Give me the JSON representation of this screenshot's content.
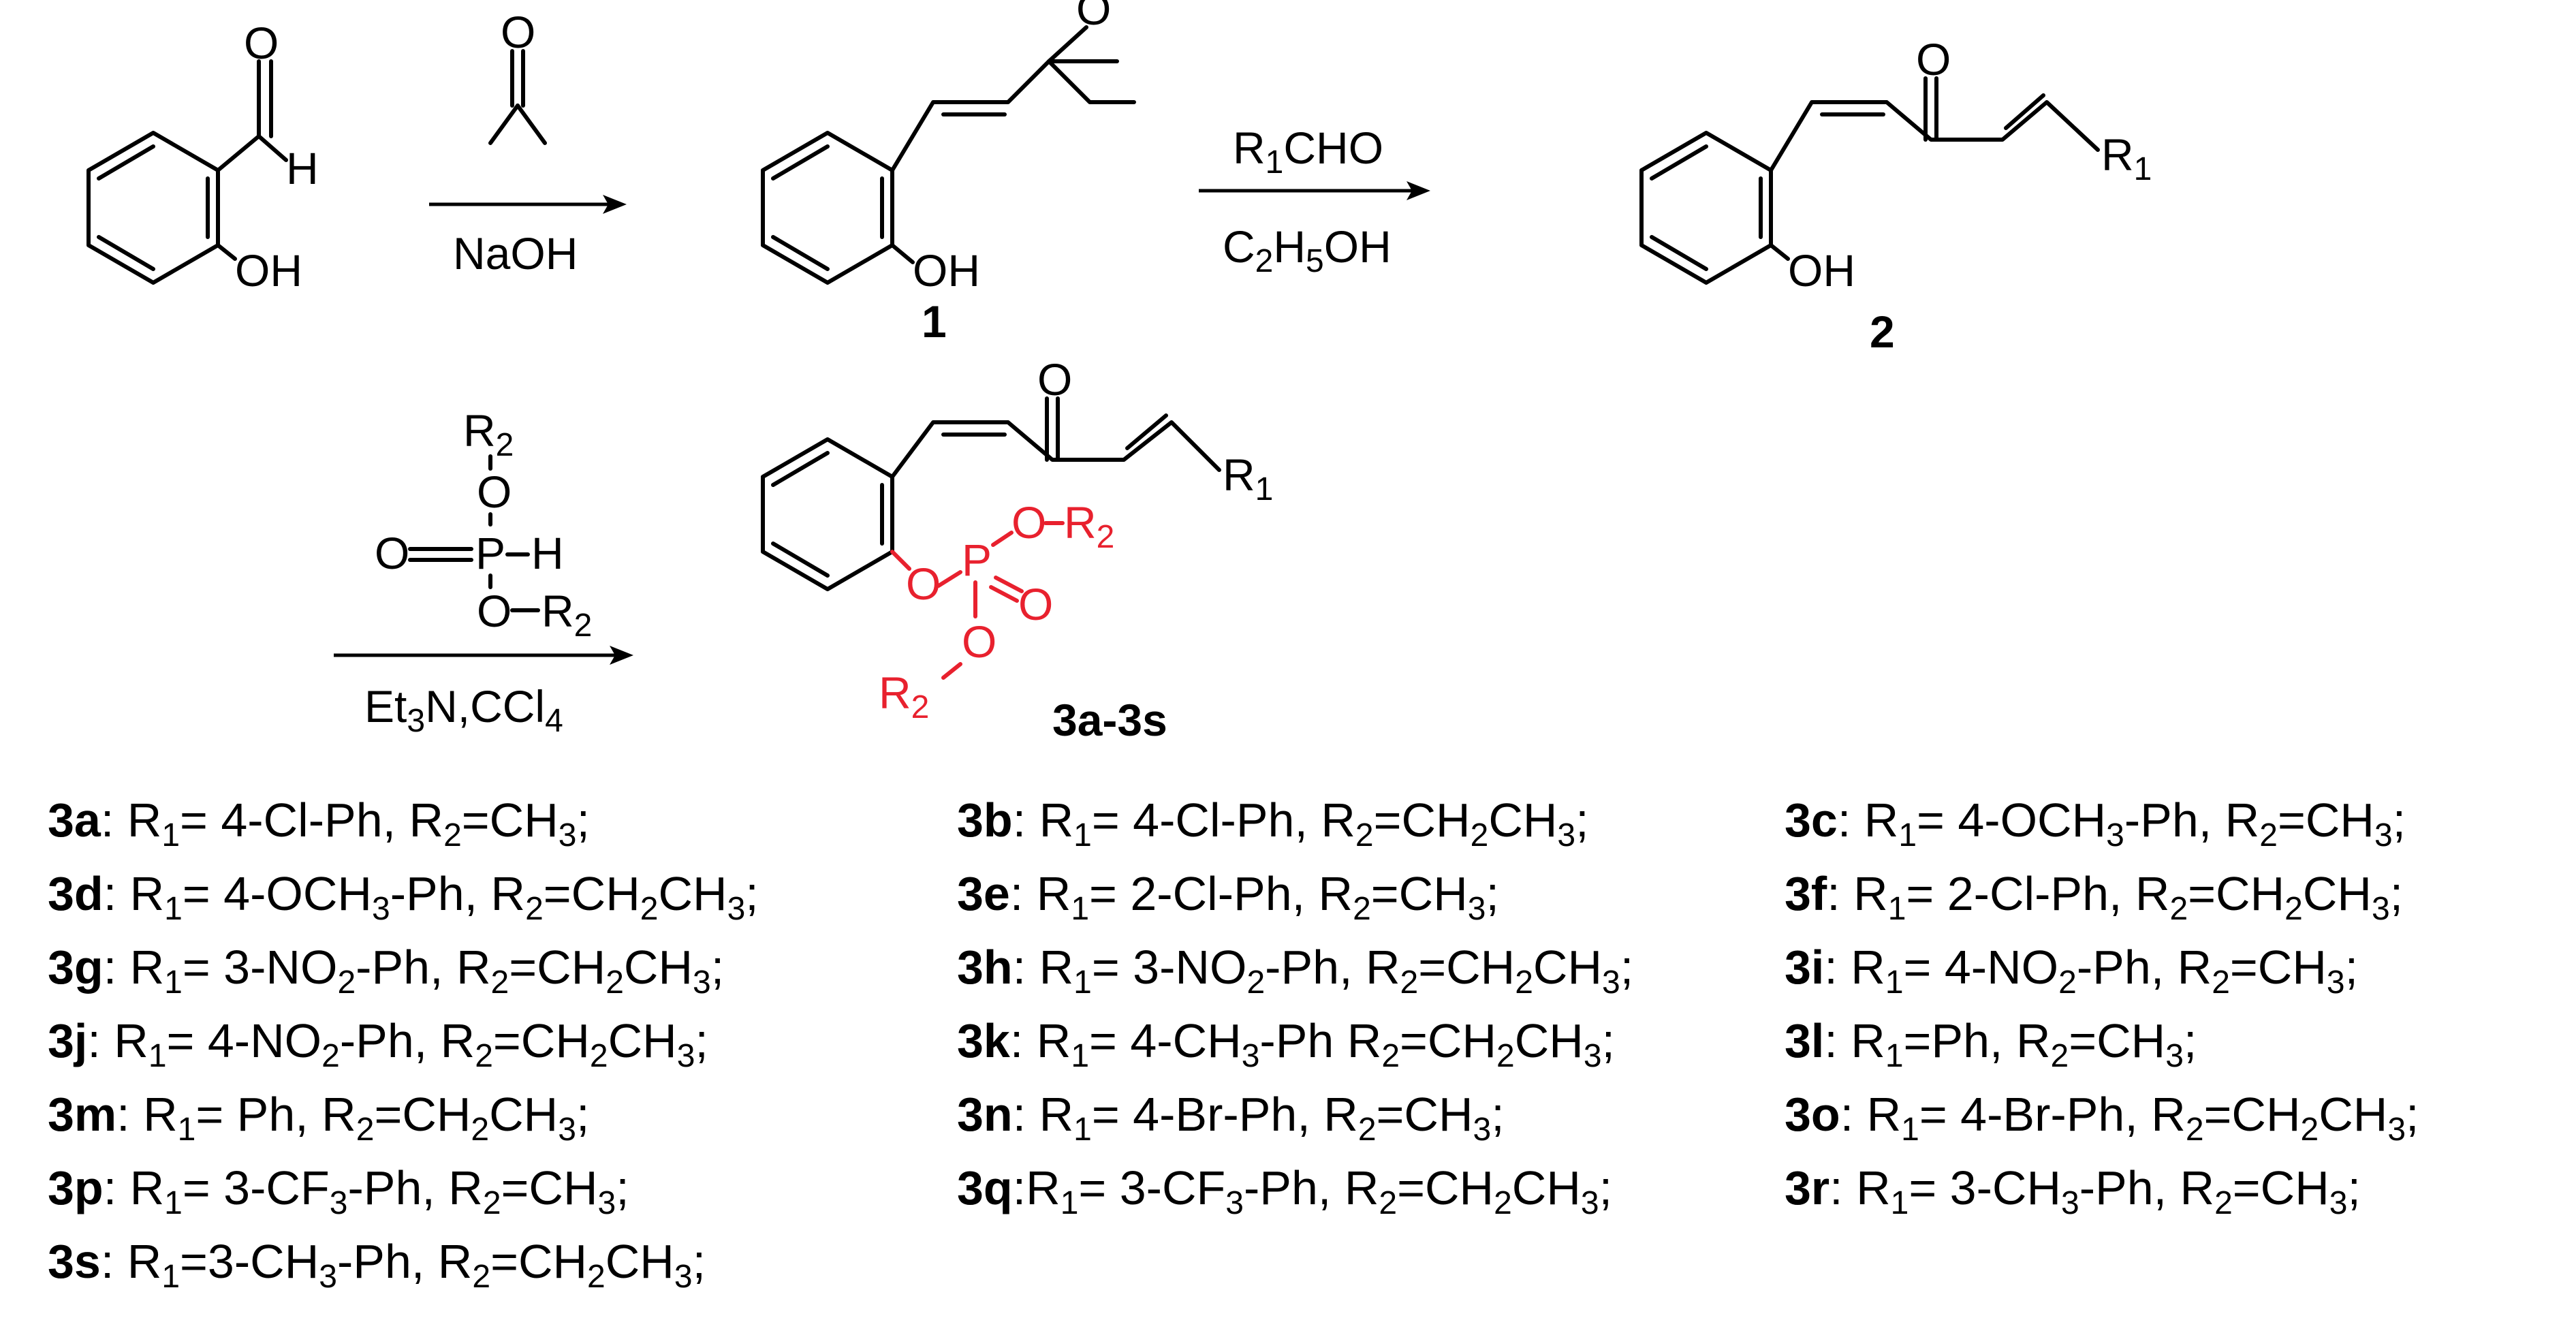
{
  "scheme": {
    "step1": {
      "reagent_top": "O",
      "reagent_bottom": "NaOH"
    },
    "atoms": {
      "o": "O",
      "h": "H",
      "oh": "OH",
      "p": "P",
      "r1": "R",
      "r1_sub": "1",
      "r2": "R",
      "r2_sub": "2"
    },
    "compound1_label": "1",
    "step2": {
      "reagent_top_main": "R",
      "reagent_top_sub": "1",
      "reagent_top_rest": "CHO",
      "reagent_bottom": [
        "C",
        "2",
        "H",
        "5",
        "OH"
      ]
    },
    "compound2_label": "2",
    "step3": {
      "conditions": [
        "Et",
        "3",
        "N,CCl",
        "4"
      ]
    },
    "product_label": "3a-3s"
  },
  "compounds": [
    {
      "id": "3a",
      "r1": "4-Cl-Ph",
      "r2": "CH3",
      "sep": ": "
    },
    {
      "id": "3b",
      "r1": "4-Cl-Ph",
      "r2": "CH2CH3",
      "sep": ": "
    },
    {
      "id": "3c",
      "r1": "4-OCH3-Ph",
      "r2": "CH3",
      "sep": ": "
    },
    {
      "id": "3d",
      "r1": "4-OCH3-Ph",
      "r2": "CH2CH3",
      "sep": ": "
    },
    {
      "id": "3e",
      "r1": "2-Cl-Ph",
      "r2": "CH3",
      "sep": ": "
    },
    {
      "id": "3f",
      "r1": "2-Cl-Ph",
      "r2": "CH2CH3",
      "sep": ": "
    },
    {
      "id": "3g",
      "r1": "3-NO2-Ph",
      "r2": "CH2CH3",
      "sep": ": "
    },
    {
      "id": "3h",
      "r1": "3-NO2-Ph",
      "r2": "CH2CH3",
      "sep": ": "
    },
    {
      "id": "3i",
      "r1": "4-NO2-Ph",
      "r2": "CH3",
      "sep": ": "
    },
    {
      "id": "3j",
      "r1": "4-NO2-Ph",
      "r2": "CH2CH3",
      "sep": ": "
    },
    {
      "id": "3k",
      "r1": "4-CH3-Ph",
      "r2": "CH2CH3",
      "sep": ": ",
      "nocomma": true
    },
    {
      "id": "3l",
      "r1": "Ph",
      "r2": "CH3",
      "sep": ": ",
      "tight": true
    },
    {
      "id": "3m",
      "r1": "Ph",
      "r2": "CH2CH3",
      "sep": ": "
    },
    {
      "id": "3n",
      "r1": "4-Br-Ph",
      "r2": "CH3",
      "sep": ": "
    },
    {
      "id": "3o",
      "r1": "4-Br-Ph",
      "r2": "CH2CH3",
      "sep": ": "
    },
    {
      "id": "3p",
      "r1": "3-CF3-Ph",
      "r2": "CH3",
      "sep": ": "
    },
    {
      "id": "3q",
      "r1": "3-CF3-Ph",
      "r2": "CH2CH3",
      "sep": ":"
    },
    {
      "id": "3r",
      "r1": "3-CH3-Ph",
      "r2": "CH3",
      "sep": ": "
    },
    {
      "id": "3s",
      "r1": "3-CH3-Ph",
      "r2": "CH2CH3",
      "sep": ": ",
      "tight": true
    }
  ]
}
